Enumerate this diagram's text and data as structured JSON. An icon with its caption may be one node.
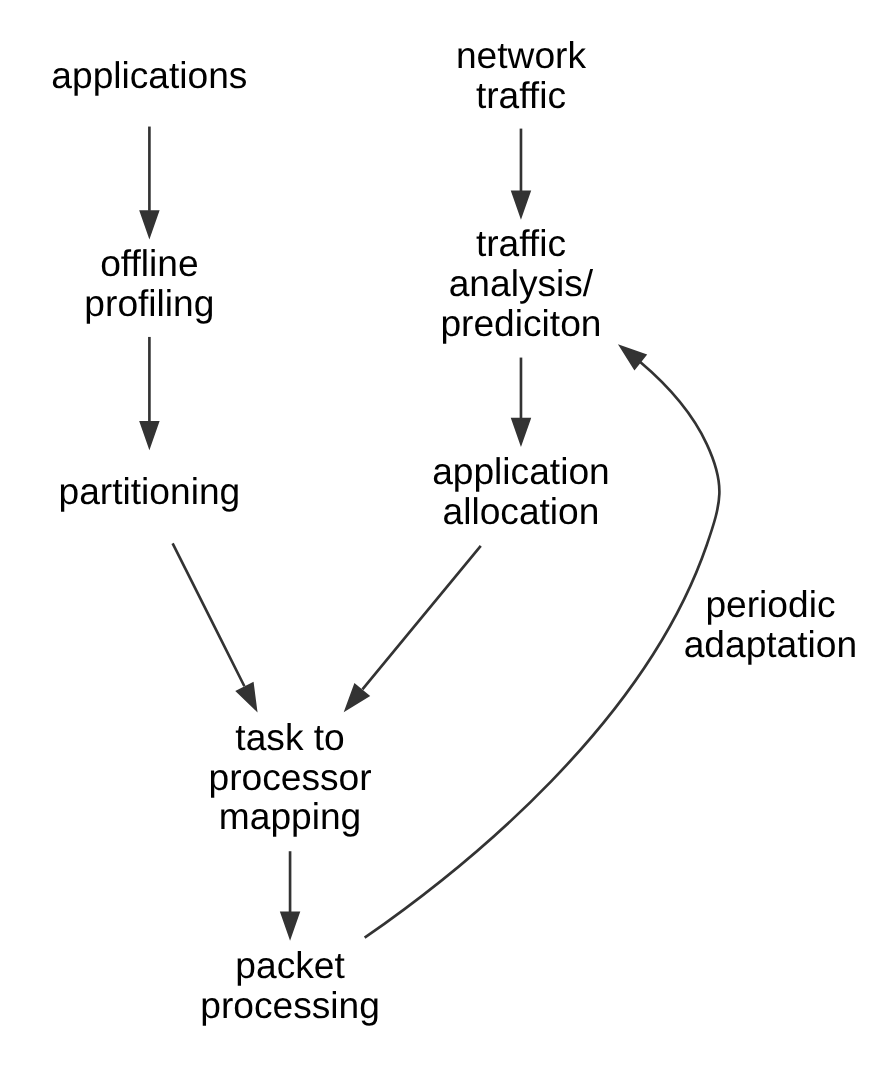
{
  "diagram": {
    "nodes": [
      {
        "text": [
          "applications"
        ]
      },
      {
        "text": [
          "network traffic"
        ]
      },
      {
        "text": [
          "offline profiling"
        ]
      },
      {
        "text": [
          "traffic analysis/ prediciton"
        ]
      },
      {
        "text": [
          "partitioning"
        ]
      },
      {
        "text": [
          "application allocation"
        ]
      },
      {
        "text": [
          "task to processor mapping"
        ]
      },
      {
        "text": [
          "packet processing"
        ]
      }
    ],
    "edges": [
      {
        "from": 0,
        "to": 2,
        "arrow": "to"
      },
      {
        "from": 1,
        "to": 3,
        "arrow": "to"
      },
      {
        "from": 2,
        "to": 4,
        "arrow": "to"
      },
      {
        "from": 3,
        "to": 5,
        "arrow": "to"
      },
      {
        "from": 4,
        "to": 6,
        "arrow": "to"
      },
      {
        "from": 5,
        "to": 6,
        "arrow": "to"
      },
      {
        "from": 6,
        "to": 7,
        "arrow": "to"
      },
      {
        "from": 7,
        "to": 3,
        "arrow": "to",
        "label": "periodic adaptation"
      }
    ]
  }
}
